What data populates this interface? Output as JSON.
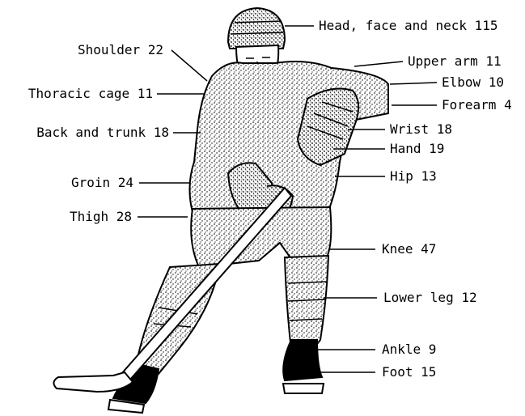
{
  "colors": {
    "ink": "#000000",
    "background": "#ffffff"
  },
  "figure": {
    "name": "hockey-player-illustration"
  },
  "labels": {
    "head": "Head, face and neck 115",
    "shoulder": "Shoulder 22",
    "upper_arm": "Upper arm 11",
    "thoracic": "Thoracic cage 11",
    "elbow": "Elbow 10",
    "forearm": "Forearm 4",
    "back": "Back and trunk 18",
    "wrist": "Wrist 18",
    "hand": "Hand 19",
    "groin": "Groin 24",
    "hip": "Hip 13",
    "thigh": "Thigh 28",
    "knee": "Knee 47",
    "lower_leg": "Lower leg 12",
    "ankle": "Ankle 9",
    "foot": "Foot 15"
  }
}
